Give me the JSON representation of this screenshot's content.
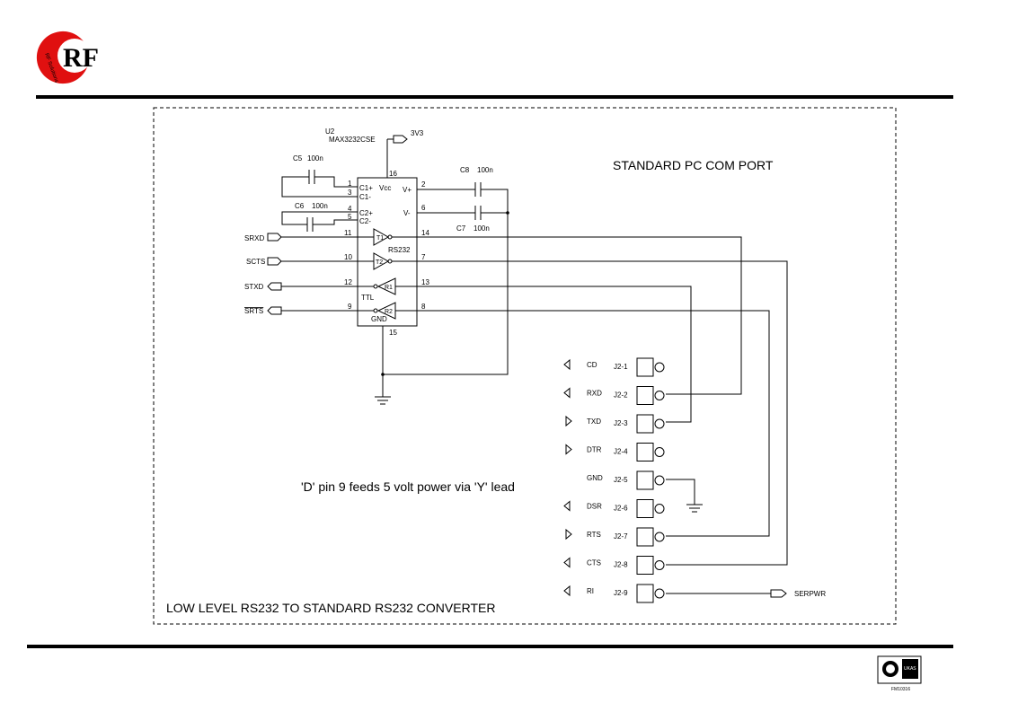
{
  "logo": {
    "letters": "RF",
    "tagline": "RF Solutions",
    "color": "#e01010"
  },
  "footer_badge": {
    "code": "FM10316",
    "text": "UKAS"
  },
  "diagram": {
    "section_title": "STANDARD PC COM PORT",
    "converter_title": "LOW LEVEL RS232 TO STANDARD RS232  CONVERTER",
    "note": "'D' pin 9 feeds 5 volt power via 'Y' lead",
    "ic": {
      "ref": "U2",
      "part": "MAX3232CSE",
      "power_label": "3V3",
      "pin_vcc_num": "16",
      "pin_gnd_num": "15",
      "label_vcc": "Vcc",
      "label_gnd": "GND",
      "label_rs232": "RS232",
      "label_ttl": "TTL",
      "pins_left": [
        {
          "num": "1",
          "name": "C1+"
        },
        {
          "num": "3",
          "name": "C1-"
        },
        {
          "num": "4",
          "name": "C2+"
        },
        {
          "num": "5",
          "name": "C2-"
        }
      ],
      "pins_right": [
        {
          "num": "2",
          "name": "V+"
        },
        {
          "num": "6",
          "name": "V-"
        }
      ],
      "drivers": [
        {
          "name": "T1",
          "in_pin": "11",
          "out_pin": "14",
          "signal": "SRXD"
        },
        {
          "name": "T2",
          "in_pin": "10",
          "out_pin": "7",
          "signal": "SCTS"
        },
        {
          "name": "R1",
          "in_pin": "12",
          "out_pin": "13",
          "signal": "STXD"
        },
        {
          "name": "R2",
          "in_pin": "9",
          "out_pin": "8",
          "signal": "SRTS"
        }
      ]
    },
    "capacitors": [
      {
        "ref": "C5",
        "value": "100n"
      },
      {
        "ref": "C6",
        "value": "100n"
      },
      {
        "ref": "C8",
        "value": "100n"
      },
      {
        "ref": "C7",
        "value": "100n"
      }
    ],
    "connector": [
      {
        "signal": "CD",
        "pin": "J2-1"
      },
      {
        "signal": "RXD",
        "pin": "J2-2"
      },
      {
        "signal": "TXD",
        "pin": "J2-3"
      },
      {
        "signal": "DTR",
        "pin": "J2-4"
      },
      {
        "signal": "GND",
        "pin": "J2-5"
      },
      {
        "signal": "DSR",
        "pin": "J2-6"
      },
      {
        "signal": "RTS",
        "pin": "J2-7"
      },
      {
        "signal": "CTS",
        "pin": "J2-8"
      },
      {
        "signal": "RI",
        "pin": "J2-9"
      }
    ],
    "serpwr_label": "SERPWR"
  }
}
